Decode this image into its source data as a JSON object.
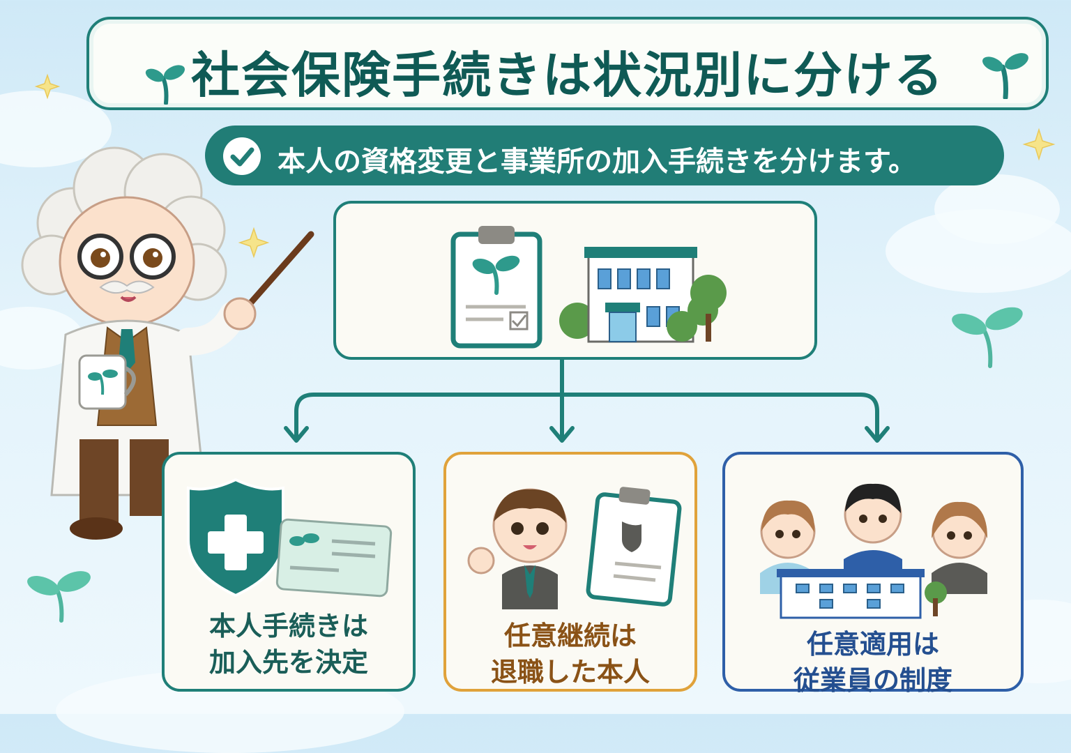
{
  "title": "社会保険手続きは状況別に分ける",
  "subtitle": "本人の資格変更と事業所の加入手続きを分けます。",
  "branches": [
    {
      "line1": "本人手続きは",
      "line2": "加入先を決定",
      "color": "#1f7f78"
    },
    {
      "line1": "任意継続は",
      "line2": "退職した本人",
      "color": "#e0a23a"
    },
    {
      "line1": "任意適用は",
      "line2": "従業員の制度",
      "color": "#2e5fa8"
    }
  ],
  "colors": {
    "primary": "#1f7f78",
    "accent_orange": "#e0a23a",
    "accent_blue": "#2e5fa8"
  },
  "icons": [
    "sprout-icon",
    "sparkle-icon",
    "check-circle-icon",
    "clipboard-icon",
    "office-building-icon",
    "shield-cross-icon",
    "insurance-card-icon",
    "salaryman-icon",
    "employees-icon"
  ]
}
